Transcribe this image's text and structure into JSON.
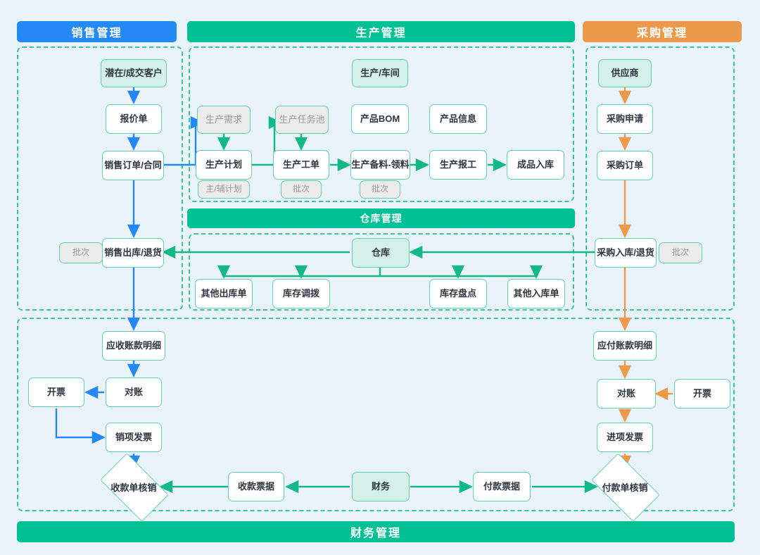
{
  "diagram": {
    "title_bars": [
      {
        "key": "sales",
        "label": "销售管理",
        "color": "#2589f5"
      },
      {
        "key": "production",
        "label": "生产管理",
        "color": "#00c094"
      },
      {
        "key": "purchase",
        "label": "采购管理",
        "color": "#eb9a4c"
      },
      {
        "key": "warehouse",
        "label": "仓库管理",
        "color": "#00c094"
      },
      {
        "key": "finance",
        "label": "财务管理",
        "color": "#00c094"
      }
    ],
    "sales": {
      "customer": "潜在/成交客户",
      "quotation": "报价单",
      "sales_order": "销售订单/合同",
      "sales_out": "销售出库/退货",
      "sales_out_tag": "批次"
    },
    "production": {
      "workshop": "生产/车间",
      "demand": "生产需求",
      "task_pool": "生产任务池",
      "bom": "产品BOM",
      "product_info": "产品信息",
      "plan": "生产计划",
      "plan_tag": "主/辅计划",
      "work_order": "生产工单",
      "work_order_tag": "批次",
      "material_pick": "生产备料-领料",
      "material_pick_tag": "批次",
      "report": "生产报工",
      "finished_in": "成品入库"
    },
    "purchase": {
      "supplier": "供应商",
      "requisition": "采购申请",
      "order": "采购订单",
      "stock_in": "采购入库/退货",
      "stock_in_tag": "批次"
    },
    "warehouse": {
      "hub": "仓库",
      "other_out": "其他出库单",
      "transfer": "库存调拨",
      "stocktake": "库存盘点",
      "other_in": "其他入库单"
    },
    "finance_left": {
      "ar_detail": "应收账款明细",
      "reconcile": "对账",
      "invoicing": "开票",
      "output_invoice": "销项发票",
      "receipt_writeoff": "收款单核销",
      "receipt_voucher": "收款票据"
    },
    "finance_center": {
      "finance": "财务"
    },
    "finance_right": {
      "ap_detail": "应付账款明细",
      "reconcile": "对账",
      "invoicing": "开票",
      "input_invoice": "进项发票",
      "payment_writeoff": "付款单核销",
      "payment_voucher": "付款票据"
    },
    "colors": {
      "background": "#eaf2fa",
      "blue": "#2589f5",
      "green": "#00c094",
      "orange": "#eb9a4c",
      "node_border": "#62cfae",
      "node_fill_teal": "#d4f0e8",
      "muted_fill": "#ececec",
      "muted_text": "#9a9a9a",
      "frame_dash": "#35c79a"
    }
  }
}
